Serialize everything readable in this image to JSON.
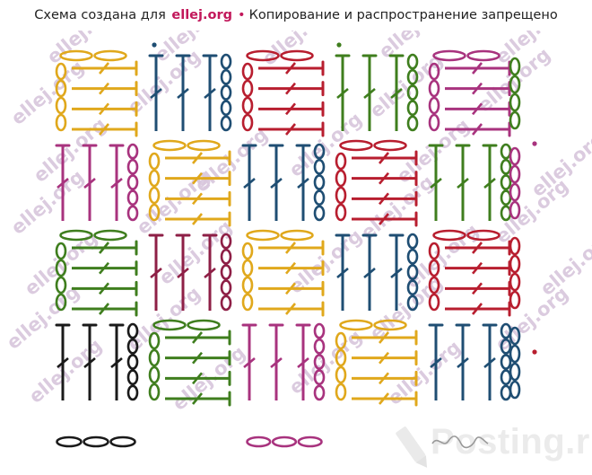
{
  "header": {
    "prefix": "Схема создана для",
    "brand": "ellej.org",
    "separator": "•",
    "notice": "Копирование и распространение запрещено"
  },
  "watermark": {
    "text": "ellej.org"
  },
  "logo": {
    "text": "Posting.ru",
    "icon": "pencil-icon"
  },
  "colors": {
    "yellow": "#e0a81c",
    "navy": "#1f4e73",
    "teal": "#1a8aa3",
    "red": "#b81e2f",
    "purple": "#a8337e",
    "darkred": "#8e1f46",
    "green": "#3f7e1e",
    "black": "#1a1a1a",
    "watermark": "#d8c6dc"
  },
  "legend": {
    "symbols": [
      "chain-stitch",
      "double-crochet",
      "slip-loop"
    ]
  }
}
